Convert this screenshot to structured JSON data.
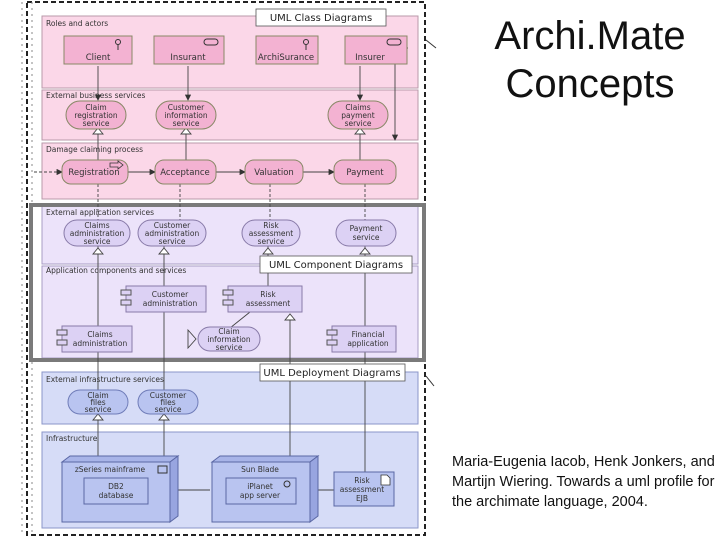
{
  "slide": {
    "title_line1": "Archi.Mate",
    "title_line2": "Concepts",
    "citation": "Maria-Eugenia Iacob, Henk Jonkers, and Martijn Wiering. Towards a uml profile for the archimate language, 2004."
  },
  "overlays": {
    "class": "UML Class Diagrams",
    "component": "UML Component Diagrams",
    "deployment": "UML Deployment Diagrams"
  },
  "sections": {
    "roles": "Roles and actors",
    "ext_business": "External business services",
    "process": "Damage claiming process",
    "ext_app": "External application services",
    "app_components": "Application components and services",
    "ext_infra": "External infrastructure services",
    "infrastructure": "Infrastructure"
  },
  "roles": {
    "client": "Client",
    "insurant": "Insurant",
    "archisurance": "ArchiSurance",
    "insurer": "Insurer"
  },
  "business_services": {
    "claim_reg_1": "Claim",
    "claim_reg_2": "registration",
    "claim_reg_3": "service",
    "cust_info_1": "Customer",
    "cust_info_2": "information",
    "cust_info_3": "service",
    "claims_pay_1": "Claims",
    "claims_pay_2": "payment",
    "claims_pay_3": "service"
  },
  "process": {
    "registration": "Registration",
    "acceptance": "Acceptance",
    "valuation": "Valuation",
    "payment": "Payment"
  },
  "app_services": {
    "claims_admin_1": "Claims",
    "claims_admin_2": "administration",
    "claims_admin_3": "service",
    "cust_admin_1": "Customer",
    "cust_admin_2": "administration",
    "cust_admin_3": "service",
    "risk_1": "Risk",
    "risk_2": "assessment",
    "risk_3": "service",
    "payment_1": "Payment",
    "payment_2": "service"
  },
  "components": {
    "cust_admin_1": "Customer",
    "cust_admin_2": "administration",
    "risk_1": "Risk",
    "risk_2": "assessment",
    "claims_admin_1": "Claims",
    "claims_admin_2": "administration",
    "claim_info_1": "Claim",
    "claim_info_2": "information",
    "claim_info_3": "service",
    "financial_1": "Financial",
    "financial_2": "application"
  },
  "infra_services": {
    "claim_files_1": "Claim",
    "claim_files_2": "files",
    "claim_files_3": "service",
    "cust_files_1": "Customer",
    "cust_files_2": "files",
    "cust_files_3": "service"
  },
  "infrastructure": {
    "mainframe": "zSeries mainframe",
    "db2_1": "DB2",
    "db2_2": "database",
    "sunblade": "Sun Blade",
    "iplanet_1": "iPlanet",
    "iplanet_2": "app server",
    "risk_ejb_1": "Risk",
    "risk_ejb_2": "assessment",
    "risk_ejb_3": "EJB"
  },
  "colors": {
    "business_band": "#fbd7e8",
    "business_box": "#f3b2d2",
    "application_band": "#ece3fa",
    "application_box": "#dcd1f4",
    "infra_band": "#d6dcf7",
    "infra_box": "#b9c4f0"
  }
}
